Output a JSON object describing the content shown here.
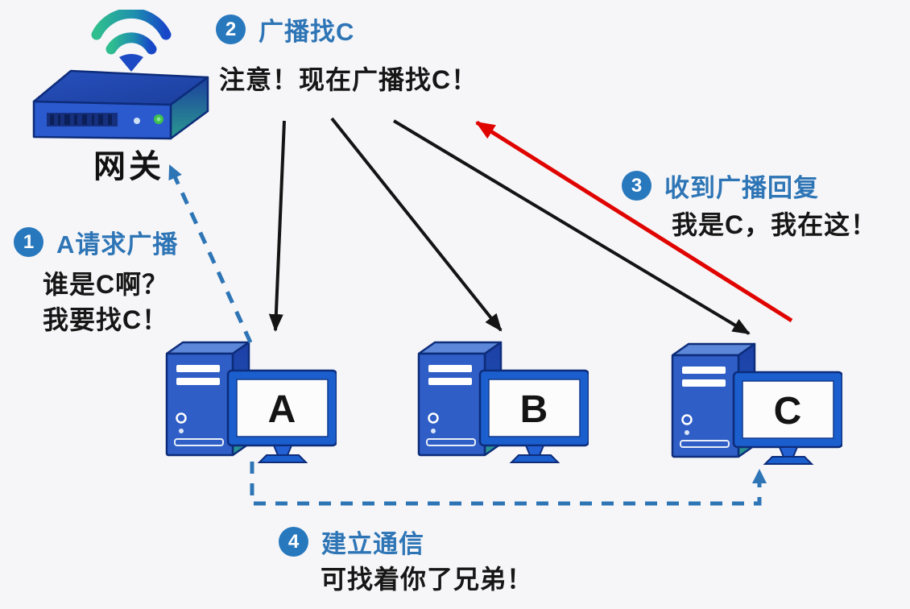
{
  "colors": {
    "background": "#f6f6f8",
    "accent_blue": "#2e75b6",
    "badge_blue": "#2878be",
    "text_black": "#161616",
    "arrow_black": "#141414",
    "arrow_red": "#e00400",
    "dashed_blue": "#2e75b6",
    "tower_blue": "#2f5ec6",
    "monitor_blue": "#1b5fce",
    "wifi_green": "#2fbe8e",
    "wifi_blue": "#1746c8",
    "led_green": "#3fc24c"
  },
  "gateway": {
    "label": "网关",
    "icons": [
      "wifi-icon",
      "router-device-icon"
    ]
  },
  "steps": [
    {
      "num": "1",
      "title": "A请求广播",
      "line1": "谁是C啊？",
      "line2": "我要找C！"
    },
    {
      "num": "2",
      "title": "广播找C",
      "line1": "注意！现在广播找C！"
    },
    {
      "num": "3",
      "title": "收到广播回复",
      "line1": "我是C，我在这！"
    },
    {
      "num": "4",
      "title": "建立通信",
      "line1": "可找着你了兄弟！"
    }
  ],
  "computers": [
    {
      "label": "A"
    },
    {
      "label": "B"
    },
    {
      "label": "C"
    }
  ],
  "arrows": {
    "broadcast_color": "#141414",
    "reply_color": "#e00400",
    "session_color": "#2e75b6"
  }
}
